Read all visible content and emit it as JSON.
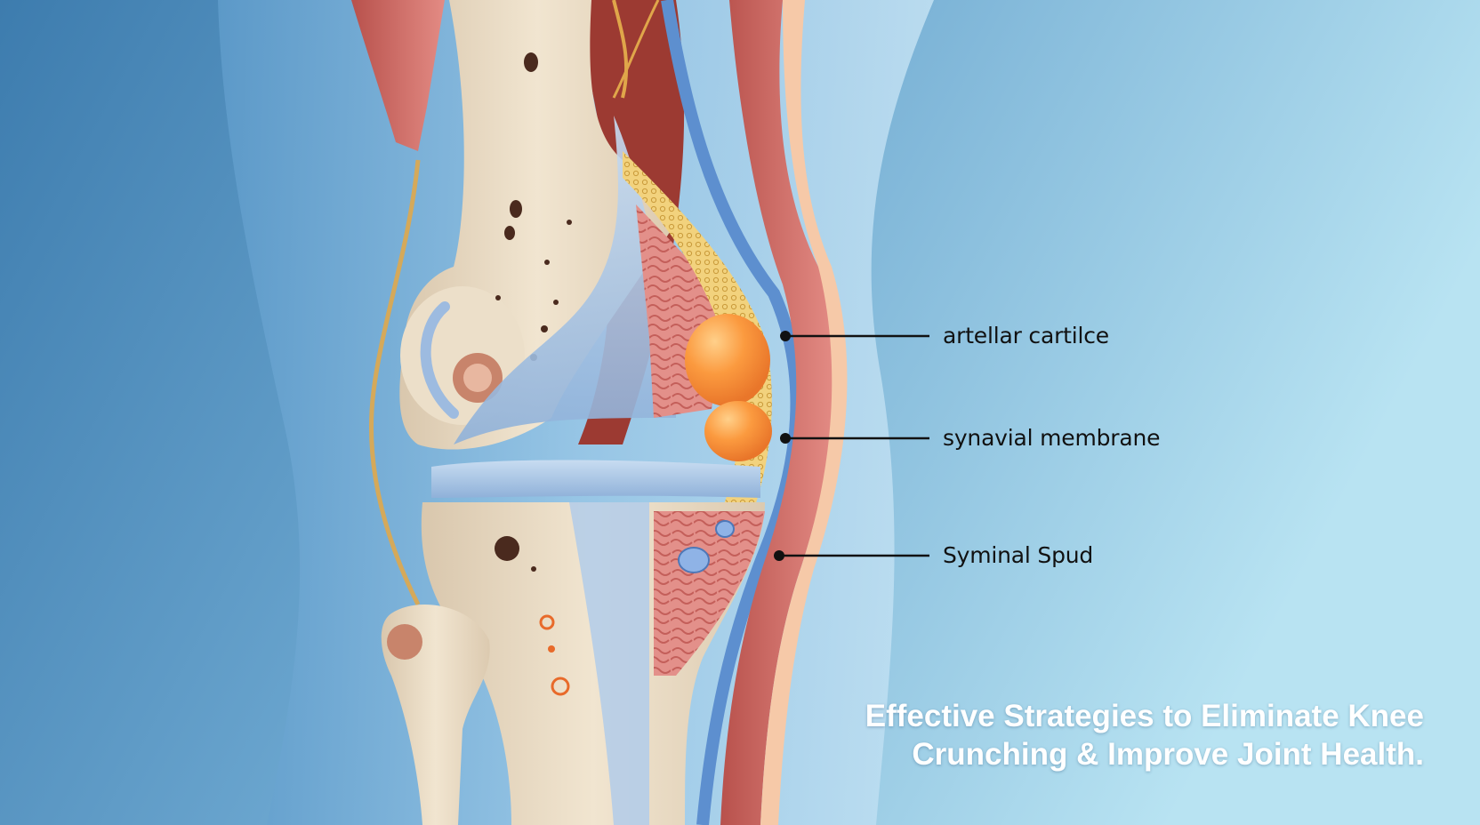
{
  "colors": {
    "background_left": "#3f7fb1",
    "background_right": "#b6e2f1",
    "bone": "#ebdcc4",
    "cartilage": "#a9c6e3",
    "muscle": "#c9605a",
    "fluid_sac": "#f7913b",
    "tendon": "#e8c068"
  },
  "callouts": [
    {
      "label": "artellar cartilce"
    },
    {
      "label": "synavial membrane"
    },
    {
      "label": "Syminal Spud"
    }
  ],
  "headline": {
    "line1": "Effective Strategies to Eliminate Knee",
    "line2": "Crunching & Improve Joint Health."
  }
}
